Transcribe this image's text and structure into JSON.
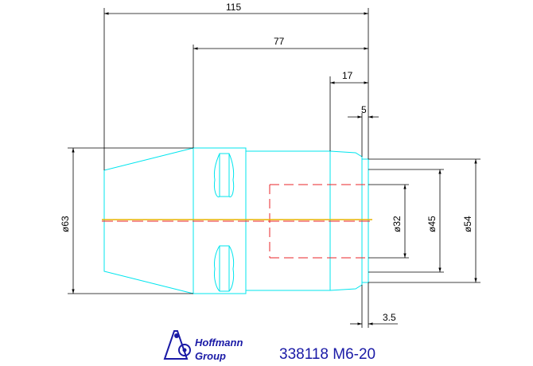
{
  "drawing": {
    "dimensions": {
      "overall_length": "115",
      "length_77": "77",
      "length_17": "17",
      "length_5": "5",
      "length_3_5": "3.5",
      "dia_63": "ø63",
      "dia_32": "ø32",
      "dia_45": "ø45",
      "dia_54": "ø54"
    },
    "part_number": "338118 M6-20",
    "logo": {
      "line1": "Hoffmann",
      "line2": "Group",
      "icon": "hoffmann-logo-icon"
    },
    "colors": {
      "outline": "#00e5ee",
      "hidden": "#e8242a",
      "center": "#e8b400",
      "dimension": "#000000",
      "brand": "#1a1aa6"
    }
  }
}
